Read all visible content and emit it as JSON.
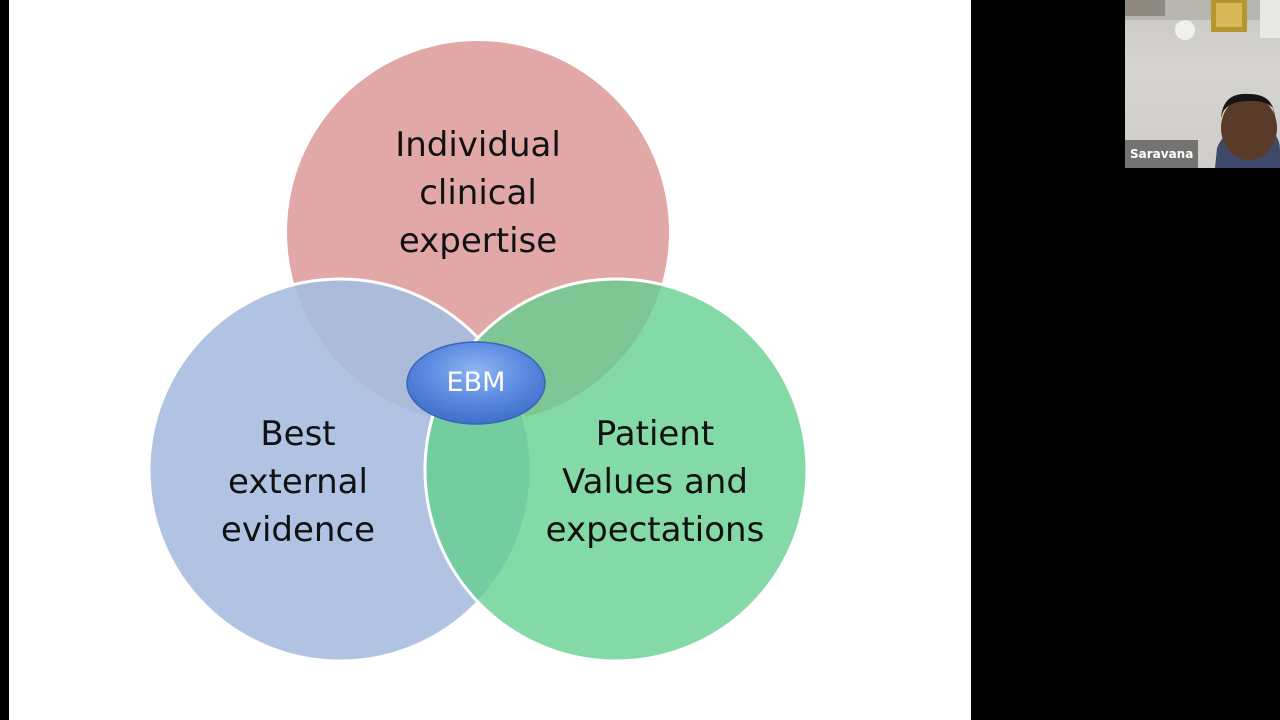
{
  "slide": {
    "circles": {
      "top": {
        "lines": "Individual\nclinical\nexpertise",
        "color": "#e0a3a2"
      },
      "left": {
        "lines": "Best\nexternal\nevidence",
        "color": "#a7bde0"
      },
      "right": {
        "lines": "Patient\nValues and\nexpectations",
        "color": "#80d7a5"
      }
    },
    "center_label": "EBM"
  },
  "participant": {
    "name": "Saravana"
  }
}
